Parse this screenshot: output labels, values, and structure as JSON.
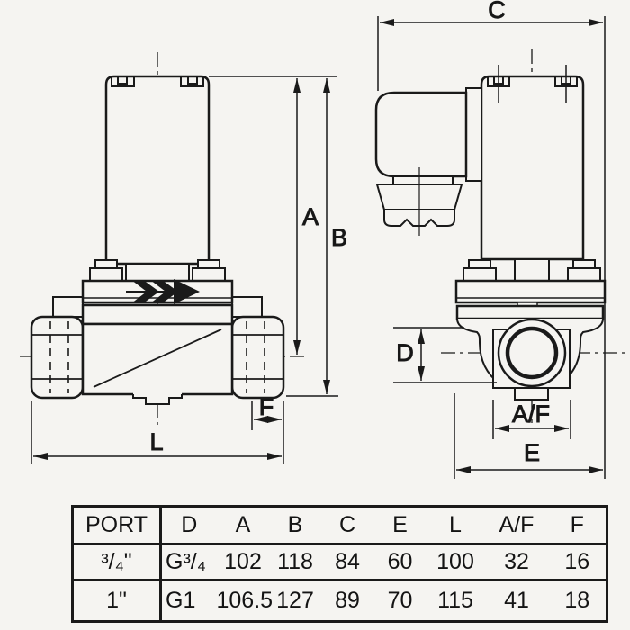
{
  "drawing": {
    "dims": {
      "a": "A",
      "b": "B",
      "c": "C",
      "d": "D",
      "e": "E",
      "f": "F",
      "l": "L",
      "af": "A/F"
    }
  },
  "table": {
    "headers": [
      "PORT",
      "D",
      "A",
      "B",
      "C",
      "E",
      "L",
      "A/F",
      "F"
    ],
    "rows": [
      [
        "³/₄\"",
        "G³/₄",
        "102",
        "118",
        "84",
        "60",
        "100",
        "32",
        "16"
      ],
      [
        "1\"",
        "G1",
        "106.5",
        "127",
        "89",
        "70",
        "115",
        "41",
        "18"
      ]
    ]
  },
  "colors": {
    "ink": "#1a1a1a",
    "paper": "#f5f4f1"
  }
}
